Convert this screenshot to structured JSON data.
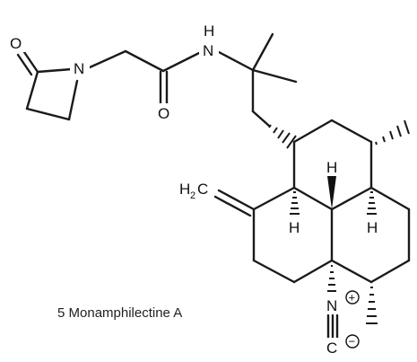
{
  "figure": {
    "atom_labels": {
      "o_lactam": "O",
      "n_lactam": "N",
      "nh_h": "H",
      "nh_n": "N",
      "o_amide": "O",
      "methylene_h": "H",
      "methylene_2": "2",
      "methylene_c": "C",
      "h_top": "H",
      "h_mid_left": "H",
      "h_mid_right": "H",
      "n_isocyanide": "N",
      "c_isocyanide": "C"
    },
    "charges": {
      "positive": "+",
      "negative": "−"
    },
    "caption": "5 Monamphilectine A"
  }
}
